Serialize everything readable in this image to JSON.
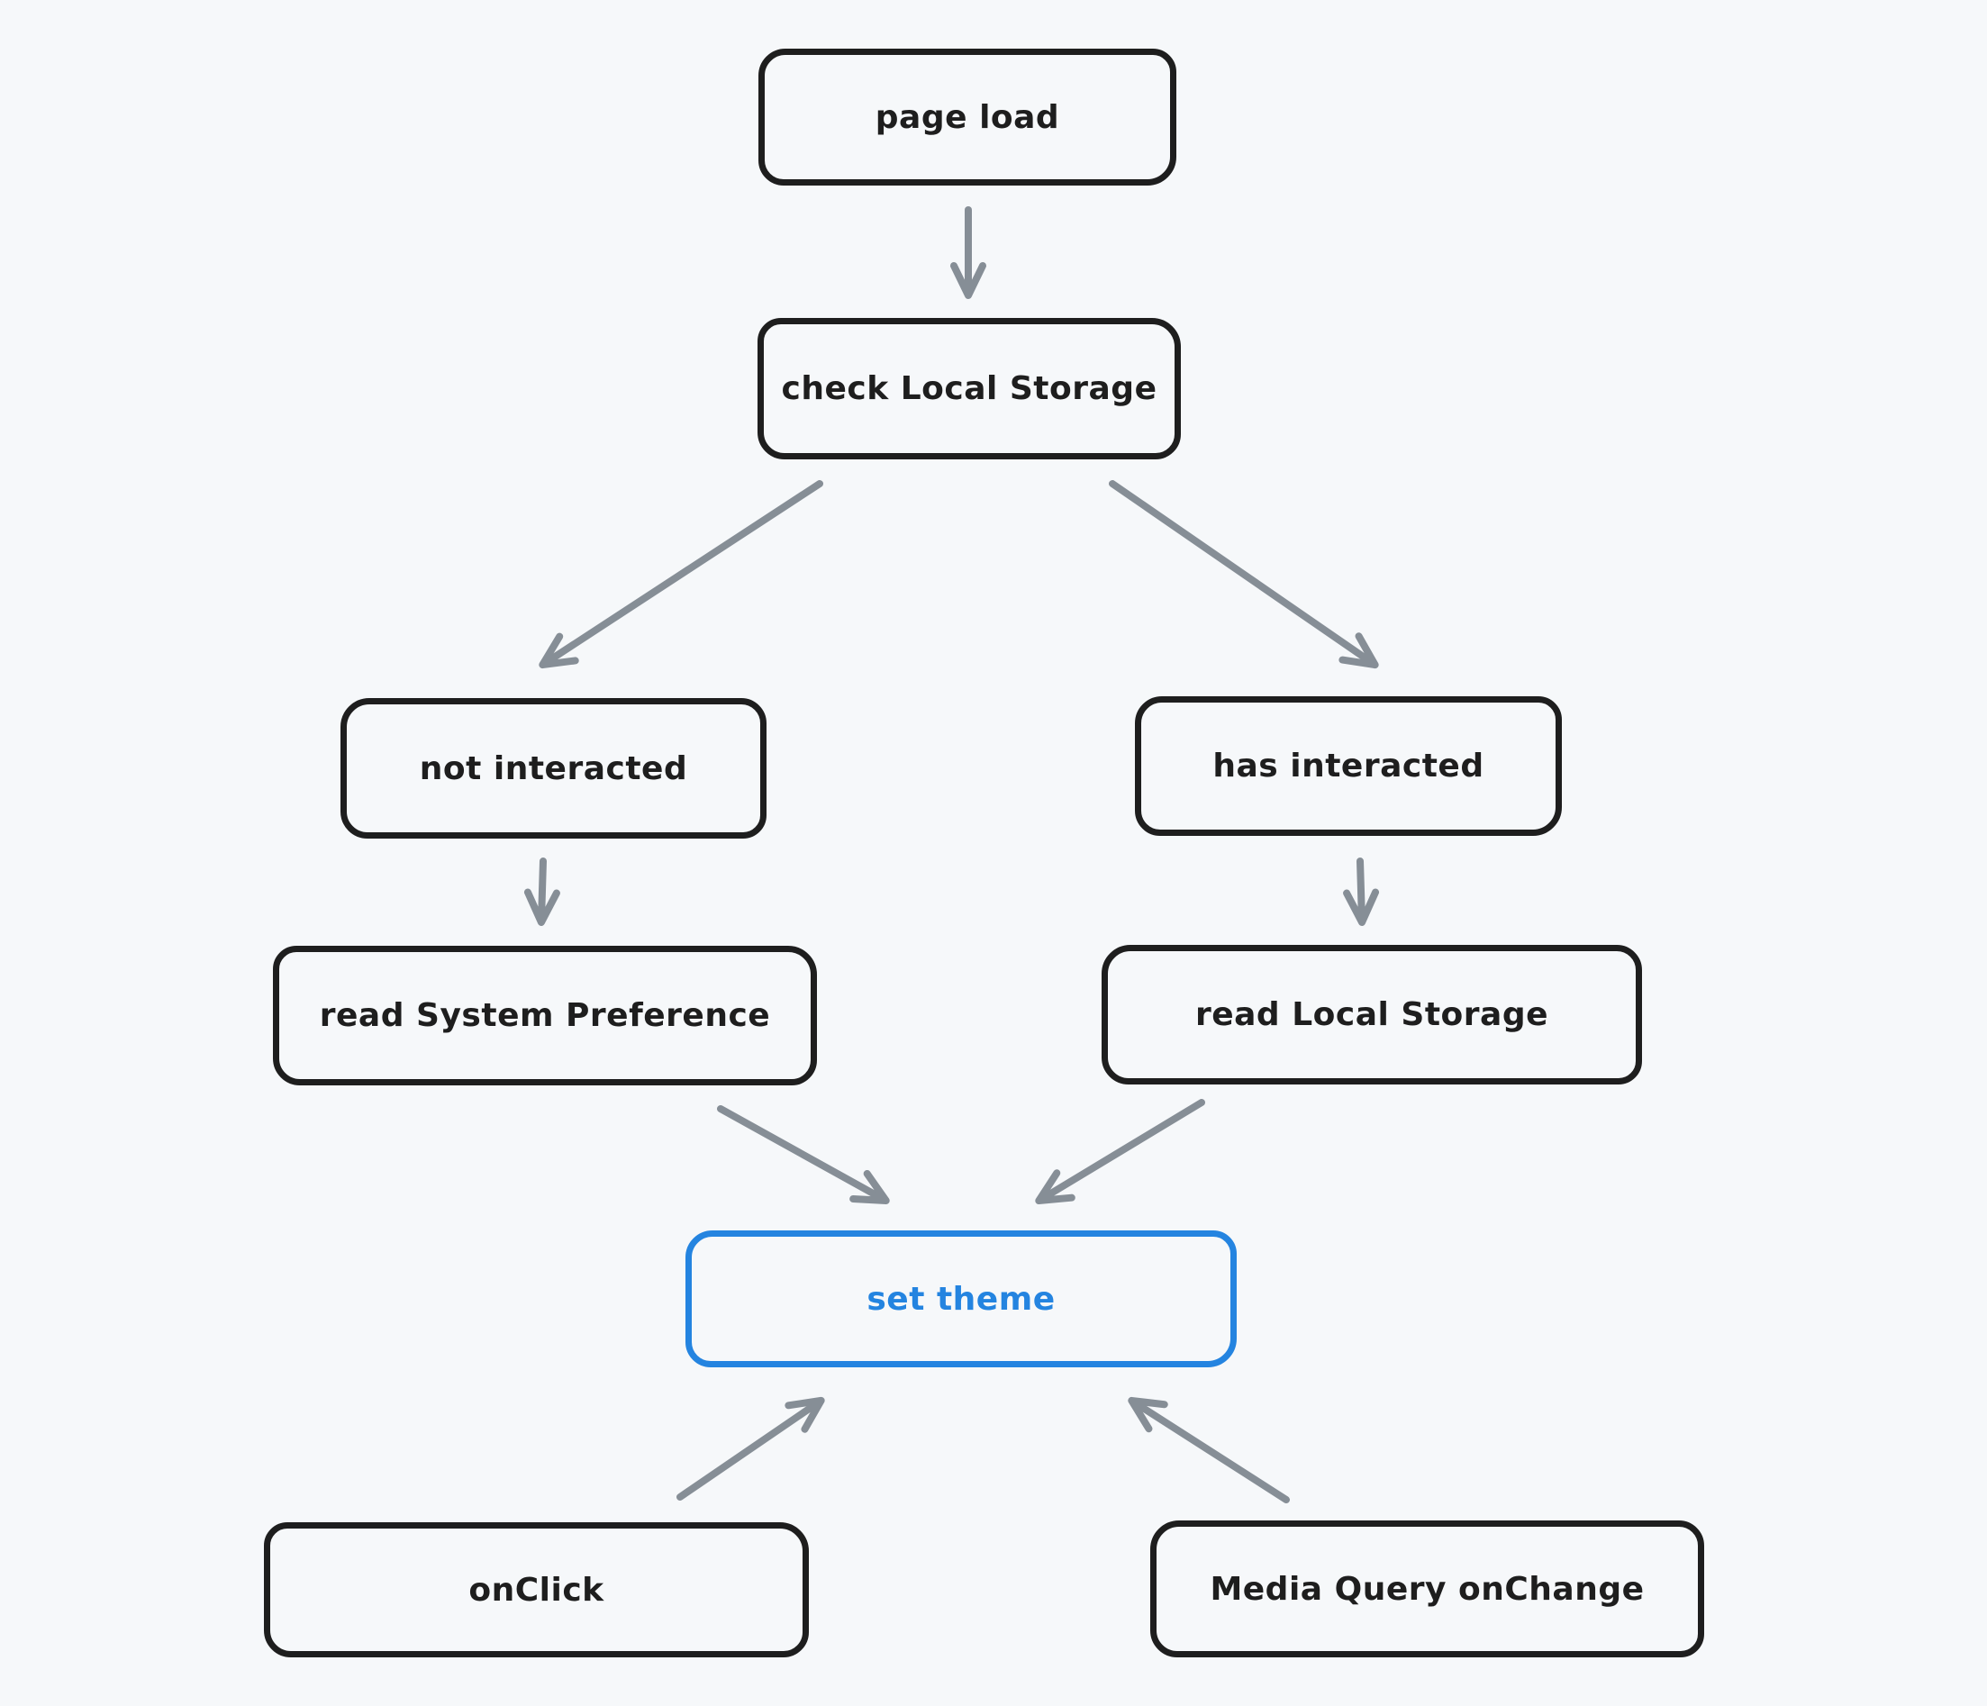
{
  "diagram": {
    "nodes": [
      {
        "id": "page-load",
        "label": "page load",
        "color": "#1e1e1e"
      },
      {
        "id": "check-local-storage",
        "label": "check Local Storage",
        "color": "#1e1e1e"
      },
      {
        "id": "not-interacted",
        "label": "not interacted",
        "color": "#1e1e1e"
      },
      {
        "id": "has-interacted",
        "label": "has interacted",
        "color": "#1e1e1e"
      },
      {
        "id": "read-system-preference",
        "label": "read System Preference",
        "color": "#1e1e1e"
      },
      {
        "id": "read-local-storage",
        "label": "read Local Storage",
        "color": "#1e1e1e"
      },
      {
        "id": "set-theme",
        "label": "set theme",
        "color": "#2484e0"
      },
      {
        "id": "on-click",
        "label": "onClick",
        "color": "#1e1e1e"
      },
      {
        "id": "media-query-onchange",
        "label": "Media Query onChange",
        "color": "#1e1e1e"
      }
    ],
    "edges": [
      {
        "from": "page-load",
        "to": "check-local-storage"
      },
      {
        "from": "check-local-storage",
        "to": "not-interacted"
      },
      {
        "from": "check-local-storage",
        "to": "has-interacted"
      },
      {
        "from": "not-interacted",
        "to": "read-system-preference"
      },
      {
        "from": "has-interacted",
        "to": "read-local-storage"
      },
      {
        "from": "read-system-preference",
        "to": "set-theme"
      },
      {
        "from": "read-local-storage",
        "to": "set-theme"
      },
      {
        "from": "on-click",
        "to": "set-theme"
      },
      {
        "from": "media-query-onchange",
        "to": "set-theme"
      }
    ]
  },
  "colors": {
    "background": "#f6f8fa",
    "node_stroke": "#1e1e1e",
    "accent_blue": "#2484e0",
    "arrow_gray": "#868e96"
  }
}
